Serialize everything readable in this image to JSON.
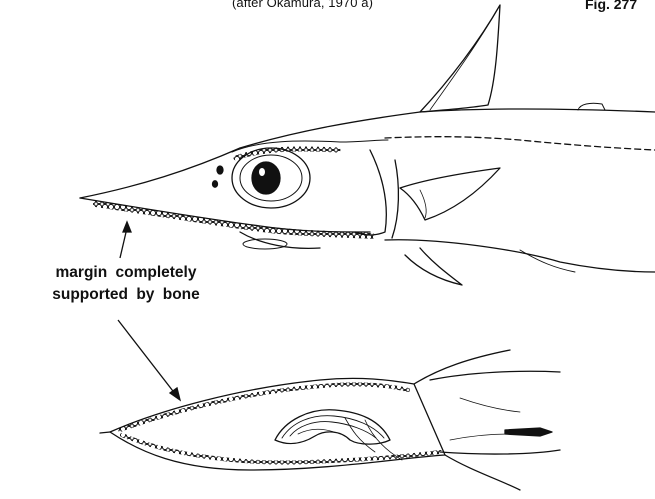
{
  "figure": {
    "credit": "(after Okamura, 1970 a)",
    "number": "Fig. 277",
    "callout_line1": "margin  completely",
    "callout_line2": "supported  by  bone"
  },
  "colors": {
    "ink": "#111111",
    "paper": "#ffffff"
  }
}
